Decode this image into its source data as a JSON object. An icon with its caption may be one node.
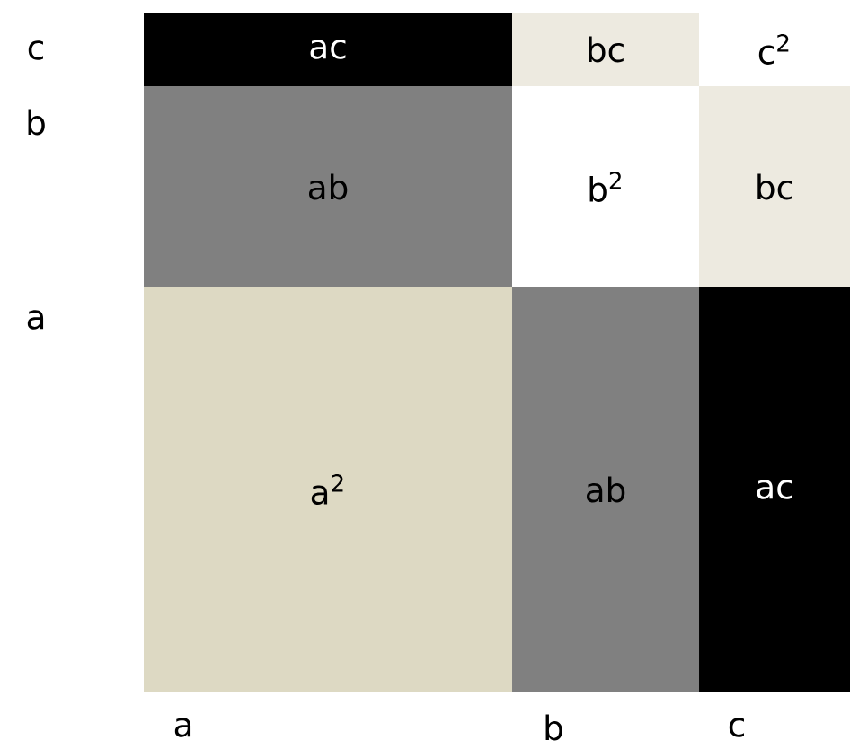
{
  "diagram": {
    "nodes": [
      {
        "text": [
          "ac"
        ]
      },
      {
        "text": [
          "bc"
        ]
      },
      {
        "text": [
          "c$^{2}$"
        ]
      },
      {
        "text": [
          "ab"
        ]
      },
      {
        "text": [
          "b$^{2}$"
        ]
      },
      {
        "text": [
          "bc"
        ]
      },
      {
        "text": [
          "a$^{2}$"
        ]
      },
      {
        "text": [
          "ab"
        ]
      },
      {
        "text": [
          "ac"
        ]
      }
    ],
    "labels": [
      "c",
      "b",
      "a",
      "a",
      "b",
      "c"
    ]
  }
}
